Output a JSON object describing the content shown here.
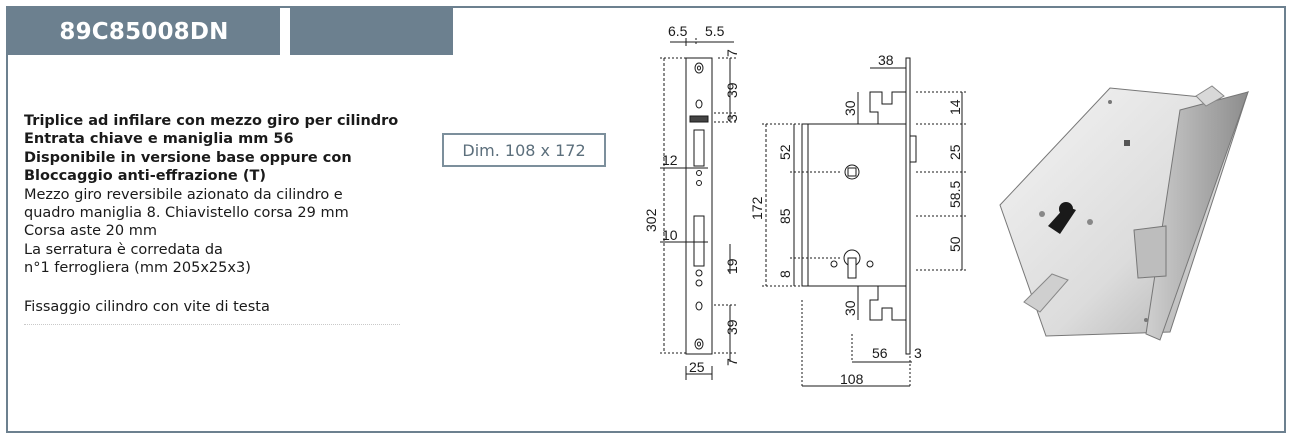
{
  "product": {
    "code": "89C85008DN"
  },
  "description": {
    "bold_lines": [
      "Triplice ad infilare con mezzo giro per cilindro",
      "Entrata chiave e maniglia mm 56",
      "Disponibile in versione base oppure con",
      "Bloccaggio anti-effrazione (T)"
    ],
    "normal_lines": [
      "Mezzo giro reversibile  azionato da cilindro e",
      "quadro maniglia 8. Chiavistello corsa 29 mm",
      "Corsa aste 20 mm",
      "La serratura è corredata da",
      "n°1 ferrogliera (mm 205x25x3)"
    ],
    "note": "Fissaggio cilindro con vite di testa"
  },
  "dimension_badge": "Dim. 108 x 172",
  "drawing_labels": {
    "faceplate": {
      "top_a": "6.5",
      "top_b": "5.5",
      "top_7": "7",
      "top_39": "39",
      "top_3": "3",
      "w12": "12",
      "h302": "302",
      "w10": "10",
      "h19": "19",
      "bot_39": "39",
      "bot_7": "7",
      "w25": "25"
    },
    "body": {
      "w38": "38",
      "h30_top": "30",
      "h52": "52",
      "h172": "172",
      "h85": "85",
      "h8": "8",
      "h30_bot": "30",
      "w56": "56",
      "w3": "3",
      "w108": "108",
      "r14": "14",
      "r25": "25",
      "r58_5": "58.5",
      "r50": "50"
    }
  }
}
